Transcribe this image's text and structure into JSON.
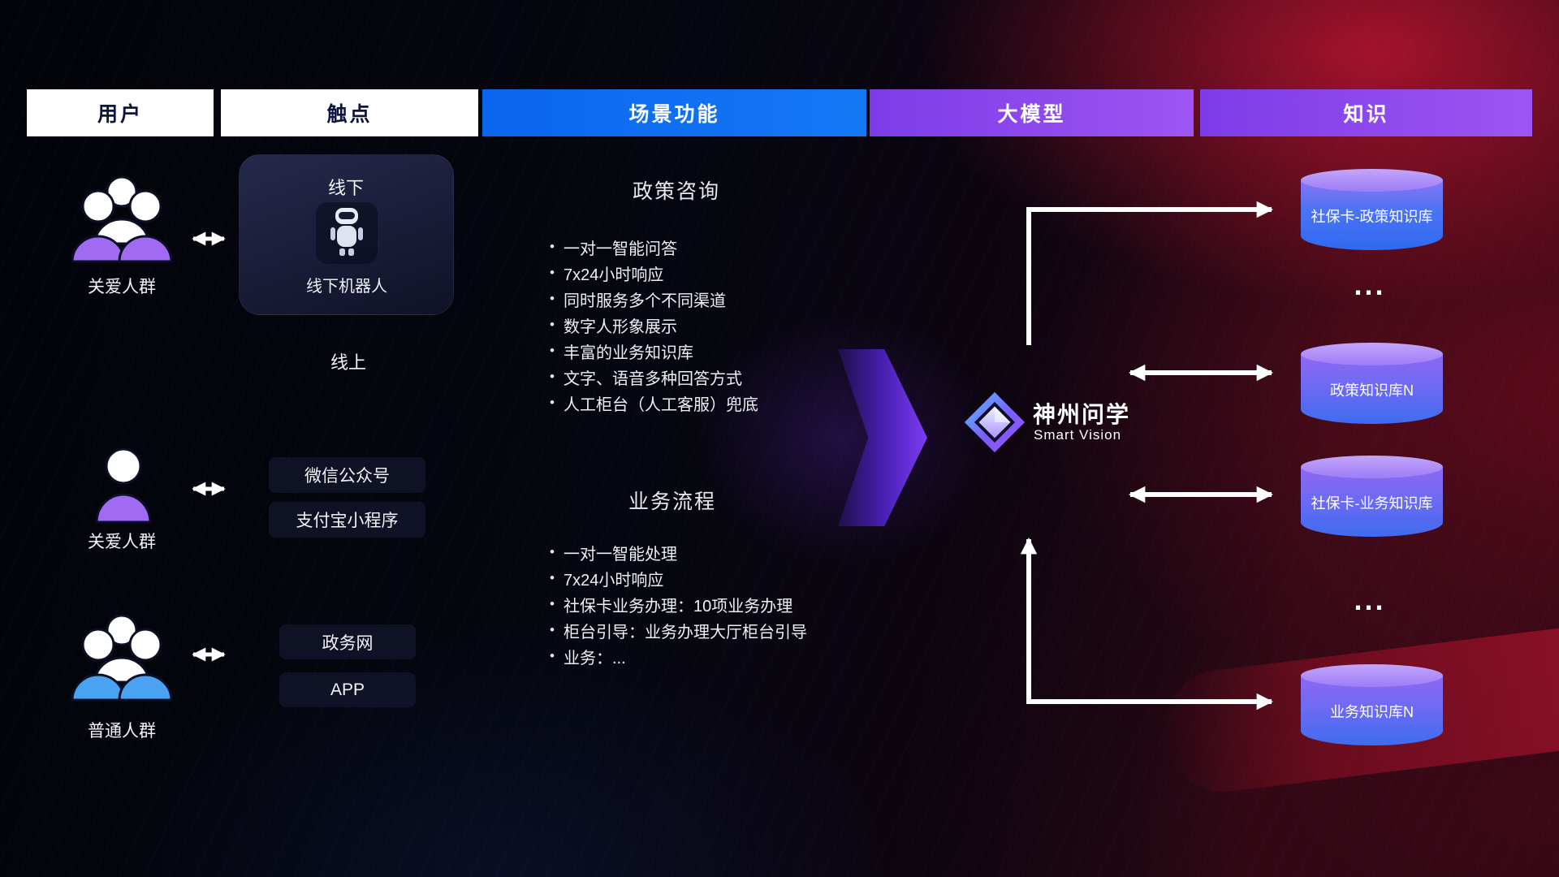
{
  "glyphs": {
    "bullet": "•"
  },
  "colors": {
    "header_blue": "#0a6cf0",
    "header_purple": "#8a46ee",
    "user_purple": "#a06af2",
    "user_blue": "#4aa3f2",
    "arrow_white": "#ffffff",
    "cylinder_purple": "#8f68f2",
    "cylinder_blue": "#3e6cf0"
  },
  "icons": {
    "user_group": "group-people-icon",
    "user_single": "person-icon",
    "robot": "robot-icon",
    "model_logo": "diamond-logo-icon",
    "knowledge_base": "database-cylinder-icon"
  },
  "header": {
    "columns": [
      {
        "label": "用户"
      },
      {
        "label": "触点"
      },
      {
        "label": "场景功能"
      },
      {
        "label": "大模型"
      },
      {
        "label": "知识"
      }
    ]
  },
  "users": [
    {
      "label": "关爱人群"
    },
    {
      "label": "关爱人群"
    },
    {
      "label": "普通人群"
    }
  ],
  "touchpoints": {
    "offline": {
      "title": "线下",
      "robot_label": "线下机器人"
    },
    "online_label": "线上",
    "channels": [
      {
        "label": "微信公众号"
      },
      {
        "label": "支付宝小程序"
      },
      {
        "label": "政务网"
      },
      {
        "label": "APP"
      }
    ]
  },
  "scenarios": [
    {
      "title": "政策咨询",
      "items": [
        "一对一智能问答",
        "7x24小时响应",
        "同时服务多个不同渠道",
        "数字人形象展示",
        "丰富的业务知识库",
        "文字、语音多种回答方式",
        "人工柜台（人工客服）兜底"
      ]
    },
    {
      "title": "业务流程",
      "items": [
        "一对一智能处理",
        "7x24小时响应",
        "社保卡业务办理：10项业务办理",
        "柜台引导：业务办理大厅柜台引导",
        "业务：..."
      ]
    }
  ],
  "model": {
    "name": "神州问学",
    "subtitle": "Smart Vision"
  },
  "knowledge": {
    "ellipsis": "...",
    "bases": [
      {
        "label": "社保卡-政策知识库"
      },
      {
        "label": "政策知识库N"
      },
      {
        "label": "社保卡-业务知识库"
      },
      {
        "label": "业务知识库N"
      }
    ]
  }
}
